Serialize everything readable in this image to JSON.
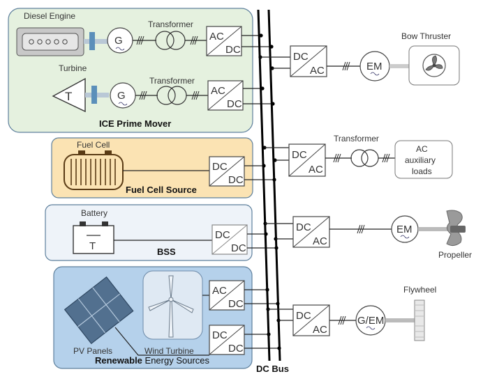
{
  "ice": {
    "title": "ICE Prime Mover",
    "diesel_engine": "Diesel Engine",
    "turbine": "Turbine",
    "turbine_symbol": "T",
    "transformer1": "Transformer",
    "transformer2": "Transformer",
    "gen_label": "G",
    "conv1_top": "AC",
    "conv1_bot": "DC",
    "conv2_top": "AC",
    "conv2_bot": "DC",
    "color_fill": "#e5f1df"
  },
  "fuel_cell": {
    "title": "Fuel Cell Source",
    "label": "Fuel Cell",
    "conv_top": "DC",
    "conv_bot": "DC",
    "color_fill": "#fbe3b3"
  },
  "bss": {
    "title": "BSS",
    "battery": "Battery",
    "battery_symbol": "T",
    "conv_top": "DC",
    "conv_bot": "DC",
    "color_fill": "#eef3f9"
  },
  "renewable": {
    "title_part1": "Renewable",
    "title_part2": " Energy Sources",
    "pv": "PV Panels",
    "wind": "Wind Turbine",
    "conv1_top": "AC",
    "conv1_bot": "DC",
    "conv2_top": "DC",
    "conv2_bot": "DC",
    "color_fill": "#b5d1eb"
  },
  "bus": {
    "label": "DC Bus"
  },
  "right": {
    "bow_thruster": "Bow Thruster",
    "conv1_top": "DC",
    "conv1_bot": "AC",
    "em1": "EM",
    "transformer": "Transformer",
    "conv2_top": "DC",
    "conv2_bot": "AC",
    "aux_line1": "AC",
    "aux_line2": "auxiliary",
    "aux_line3": "loads",
    "conv3_top": "DC",
    "conv3_bot": "AC",
    "em2": "EM",
    "propeller": "Propeller",
    "conv4_top": "DC",
    "conv4_bot": "AC",
    "gem": "G/EM",
    "flywheel": "Flywheel"
  }
}
